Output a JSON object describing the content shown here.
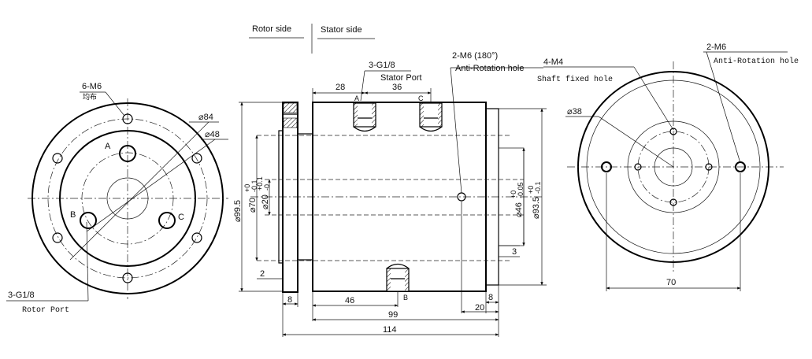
{
  "header": {
    "rotor_side": "Rotor side",
    "stator_side": "Stator side"
  },
  "left_view": {
    "holes_label": "6-M6",
    "holes_note": "均布",
    "dia_outer": "⌀84",
    "dia_inner": "⌀48",
    "port_a": "A",
    "port_b": "B",
    "port_c": "C",
    "rotor_port_spec": "3-G1/8",
    "rotor_port_name": "Rotor Port"
  },
  "side_view": {
    "stator_port_spec": "3-G1/8",
    "stator_port_name": "Stator Port",
    "anti_rot_spec": "2-M6 (180°)",
    "anti_rot_name": "Anti-Rotation hole",
    "dim_28": "28",
    "dim_36": "36",
    "port_a": "A",
    "port_b": "B",
    "port_c": "C",
    "dia_995": "⌀99.5",
    "dia_70": "⌀70",
    "dia_70_tol_up": "+0",
    "dia_70_tol_low": "-0.1",
    "dia_20": "⌀20",
    "dia_20_tol_up": "+0.1",
    "dia_20_tol_low": "-0",
    "dia_46": "⌀46",
    "dia_46_tol_up": "+0",
    "dia_46_tol_low": "-0.05",
    "dia_935": "⌀93.5",
    "dia_935_tol_up": "+0",
    "dia_935_tol_low": "-0.1",
    "dim_2": "2",
    "dim_3": "3",
    "dim_8a": "8",
    "dim_8b": "8",
    "dim_46": "46",
    "dim_20": "20",
    "dim_99": "99",
    "dim_114": "114"
  },
  "right_view": {
    "shaft_spec": "4-M4",
    "shaft_name": "Shaft fixed hole",
    "anti_spec": "2-M6",
    "anti_name": "Anti-Rotation hole",
    "dia_38": "⌀38",
    "dim_70": "70"
  }
}
